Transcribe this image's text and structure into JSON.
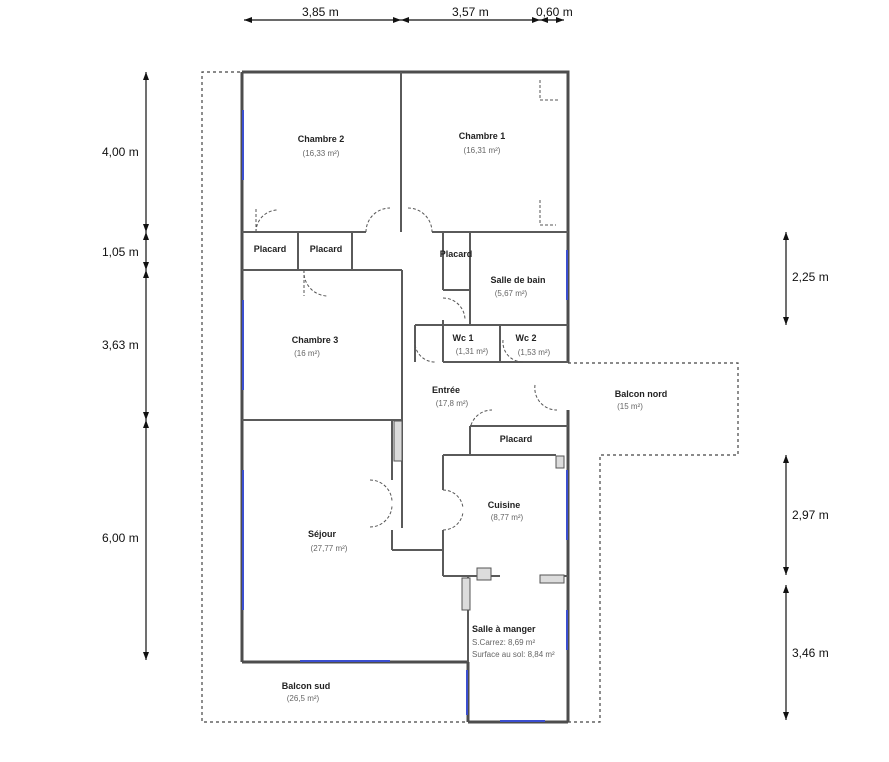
{
  "dimensions": {
    "top": [
      "3,85 m",
      "3,57 m",
      "0,60 m"
    ],
    "left": [
      "4,00 m",
      "1,05 m",
      "3,63 m",
      "6,00 m"
    ],
    "right": [
      "2,25 m",
      "2,97 m",
      "3,46 m"
    ]
  },
  "rooms": {
    "chambre2": {
      "name": "Chambre 2",
      "area": "(16,33 m²)"
    },
    "chambre1": {
      "name": "Chambre 1",
      "area": "(16,31 m²)"
    },
    "placard1": {
      "name": "Placard"
    },
    "placard2": {
      "name": "Placard"
    },
    "placard3": {
      "name": "Placard"
    },
    "placard4": {
      "name": "Placard"
    },
    "salle_de_bain": {
      "name": "Salle de bain",
      "area": "(5,67 m²)"
    },
    "chambre3": {
      "name": "Chambre 3",
      "area": "(16 m²)"
    },
    "wc1": {
      "name": "Wc 1",
      "area": "(1,31 m²)"
    },
    "wc2": {
      "name": "Wc 2",
      "area": "(1,53 m²)"
    },
    "entree": {
      "name": "Entrée",
      "area": "(17,8 m²)"
    },
    "balcon_nord": {
      "name": "Balcon nord",
      "area": "(15 m²)"
    },
    "cuisine": {
      "name": "Cuisine",
      "area": "(8,77 m²)"
    },
    "sejour": {
      "name": "Séjour",
      "area": "(27,77 m²)"
    },
    "salle_a_manger": {
      "name": "Salle à manger",
      "carrez": "S.Carrez: 8,69 m²",
      "sol": "Surface au sol: 8,84 m²"
    },
    "balcon_sud": {
      "name": "Balcon sud",
      "area": "(26,5 m²)"
    }
  }
}
